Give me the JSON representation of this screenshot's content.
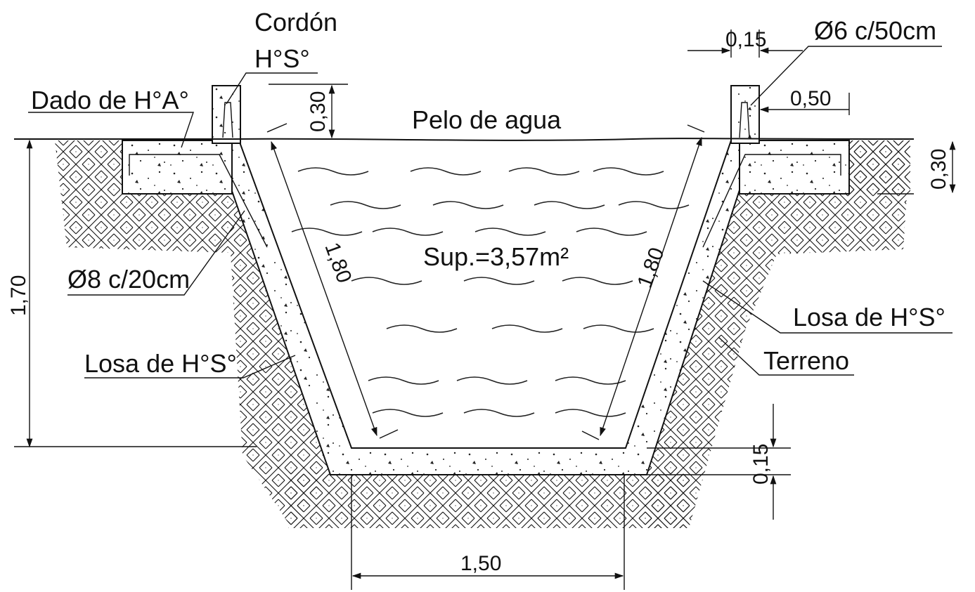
{
  "labels": {
    "cordon_line1": "Cordón",
    "cordon_line2": "H°S°",
    "dado": "Dado de H°A°",
    "pelo_agua": "Pelo de agua",
    "superficie": "Sup.=3,57m²",
    "barra_8": "Ø8 c/20cm",
    "barra_6": "Ø6 c/50cm",
    "losa_izq": "Losa de H°S°",
    "losa_der": "Losa de H°S°",
    "terreno": "Terreno"
  },
  "dimensions": {
    "altura_total": "1,70",
    "talud_izq": "1,80",
    "talud_der": "1,80",
    "fondo": "1,50",
    "espesor_losa": "0,15",
    "alto_cordon": "0,30",
    "ancho_cordon": "0,15",
    "ancho_dado": "0,50",
    "alto_dado": "0,30"
  },
  "colors": {
    "line": "#111111",
    "concrete": "#ffffff",
    "soil_hatch": "#111111"
  }
}
